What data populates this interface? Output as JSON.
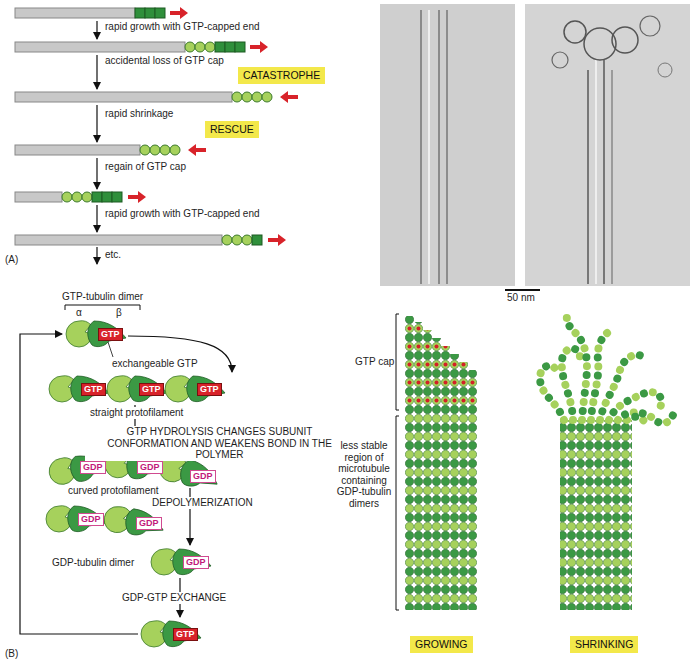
{
  "diagram": {
    "nodes": [
      {
        "text": [
          "CATASTROPHE"
        ]
      },
      {
        "text": [
          "RESCUE"
        ]
      },
      {
        "text": [
          "GTP"
        ]
      },
      {
        "text": [
          "GTP"
        ]
      },
      {
        "text": [
          "GTP"
        ]
      },
      {
        "text": [
          "GTP"
        ]
      },
      {
        "text": [
          "GDP"
        ]
      },
      {
        "text": [
          "GDP"
        ]
      },
      {
        "text": [
          "GDP"
        ]
      },
      {
        "text": [
          "GDP"
        ]
      },
      {
        "text": [
          "GDP"
        ]
      },
      {
        "text": [
          "GDP"
        ]
      },
      {
        "text": [
          "GTP"
        ]
      },
      {
        "text": [
          "GROWING"
        ]
      },
      {
        "text": [
          "SHRINKING"
        ]
      }
    ],
    "labels": [
      "rapid growth with GTP-capped end",
      "accidental loss of GTP cap",
      "rapid shrinkage",
      "regain of GTP cap",
      "rapid growth with GTP-capped end",
      "etc.",
      "(A)",
      "50 nm",
      "GTP-tubulin dimer",
      "α",
      "β",
      "exchangeable GTP",
      "straight protofilament",
      "GTP HYDROLYSIS CHANGES SUBUNIT CONFORMATION AND WEAKENS BOND IN THE POLYMER",
      "curved protofilament",
      "DEPOLYMERIZATION",
      "GDP-tubulin dimer",
      "GDP-GTP EXCHANGE",
      "(B)",
      "GTP cap",
      "less stable region of microtubule containing GDP-tubulin dimers"
    ]
  }
}
